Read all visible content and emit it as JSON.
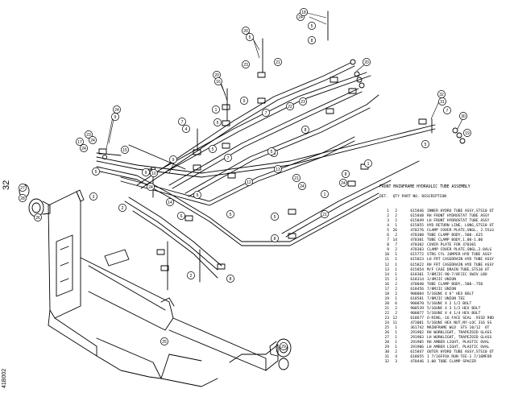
{
  "page_number": "32",
  "figure_code": "41B002",
  "legend": {
    "title": "FRONT MAINFRAME HYDRAULIC TUBE ASSEMBLY",
    "header": "DET.  QTY PART NO. DESCRIPTION",
    "rows": [
      {
        "det": "1",
        "qty": "2",
        "part": "615846",
        "desc": "INNER HYDRO TUBE ASSY,STS10 OT"
      },
      {
        "det": "2",
        "qty": "2",
        "part": "615848",
        "desc": "RH FRONT HYDROSTAT TUBE ASSY"
      },
      {
        "det": "3",
        "qty": "2",
        "part": "615849",
        "desc": "LH FRONT HYDROSTAT TUBE ASSY"
      },
      {
        "det": "4",
        "qty": "1",
        "part": "615855",
        "desc": "HYD RETURN LINE, LONG,STS10 OT"
      },
      {
        "det": "5",
        "qty": "26",
        "part": "470276",
        "desc": "CLAMP COVER PLATE,SNGL, 2.55LG"
      },
      {
        "det": "6",
        "qty": "2",
        "part": "470300",
        "desc": "TUBE CLAMP BODY,.500-.625"
      },
      {
        "det": "7",
        "qty": "14",
        "part": "470301",
        "desc": "TUBE CLAMP BODY,1.00-1.00"
      },
      {
        "det": "8",
        "qty": "7",
        "part": "470302",
        "desc": "COVER PLATE FOR 470301"
      },
      {
        "det": "9",
        "qty": "2",
        "part": "470303",
        "desc": "CLAMP COVER PLATE,SNGL,2.04LG"
      },
      {
        "det": "10",
        "qty": "1",
        "part": "615772",
        "desc": "STRG CYL JUMPER HYD TUBE ASSY"
      },
      {
        "det": "11",
        "qty": "1",
        "part": "615823",
        "desc": "LH FRT CASEDRAIN HYD TUBE ASSY"
      },
      {
        "det": "12",
        "qty": "1",
        "part": "615822",
        "desc": "RH FRT CASEDRAIN HYD TUBE ASSY"
      },
      {
        "det": "13",
        "qty": "1",
        "part": "615854",
        "desc": "M/F CASE DRAIN TUBE,STS10 OT"
      },
      {
        "det": "14",
        "qty": "1",
        "part": "618301",
        "desc": "7/8MJIC-90-7/8FJIC SWIV LBO"
      },
      {
        "det": "15",
        "qty": "2",
        "part": "618314",
        "desc": "3/4MJIC UNION"
      },
      {
        "det": "16",
        "qty": "2",
        "part": "470040",
        "desc": "TUBE CLAMP BODY,.500-.750"
      },
      {
        "det": "17",
        "qty": "2",
        "part": "618456",
        "desc": "7/8MJIC UNION"
      },
      {
        "det": "18",
        "qty": "2",
        "part": "900084",
        "desc": "5/16UNC X 6\" HEX BOLT"
      },
      {
        "det": "19",
        "qty": "1",
        "part": "618581",
        "desc": "7/8MJIC UNION TEE"
      },
      {
        "det": "20",
        "qty": "6",
        "part": "900070",
        "desc": "5/16UNC X 2 1/2 BOLT"
      },
      {
        "det": "21",
        "qty": "2",
        "part": "900539",
        "desc": "5/16UNC X 3 1/2 HEX BOLT"
      },
      {
        "det": "22",
        "qty": "2",
        "part": "900077",
        "desc": "5/16UNC X 4 1/4 HEX BOLT"
      },
      {
        "det": "23",
        "qty": "12",
        "part": "618677",
        "desc": "O-RING,-16 FACE SEAL .931D 90D"
      },
      {
        "det": "24",
        "qty": "11",
        "part": "473001",
        "desc": "5/16UNC HEX NUT,NY-LOC 316 SS"
      },
      {
        "det": "25",
        "qty": "1",
        "part": "361742",
        "desc": "MAINFRAME WLD  STS 10/12  OT"
      },
      {
        "det": "26",
        "qty": "1",
        "part": "291902",
        "desc": "RH WORKLIGHT, TRAPEZOID GLASS"
      },
      {
        "det": "27",
        "qty": "1",
        "part": "291903",
        "desc": "LH WORKLIGHT, TRAPEZOID GLASS"
      },
      {
        "det": "28",
        "qty": "1",
        "part": "291905",
        "desc": "RH AMBER LIGHT, PLASTIC OVAL"
      },
      {
        "det": "29",
        "qty": "1",
        "part": "291906",
        "desc": "LH AMBER LIGHT, PLASTIC OVAL"
      },
      {
        "det": "30",
        "qty": "2",
        "part": "615847",
        "desc": "OUTER HYDRO TUBE ASSY,STS10 OT"
      },
      {
        "det": "31",
        "qty": "4",
        "part": "618655",
        "desc": "1 7/16FFOX RUN TEE-1 7/16MFOR"
      },
      {
        "det": "32",
        "qty": "3",
        "part": "470446",
        "desc": "1.00 TUBE CLAMP SPACER"
      }
    ]
  },
  "callouts": [
    "24",
    "18",
    "5",
    "20",
    "5",
    "23",
    "21",
    "20",
    "20",
    "16",
    "8",
    "1",
    "5",
    "9",
    "22",
    "23",
    "8",
    "7",
    "7",
    "4",
    "24",
    "9",
    "23",
    "24",
    "15",
    "17",
    "24",
    "5",
    "9",
    "10",
    "9",
    "2",
    "24",
    "5",
    "5",
    "12",
    "11",
    "13",
    "14",
    "6",
    "5",
    "21",
    "24",
    "1",
    "5",
    "21",
    "8",
    "2",
    "8",
    "32",
    "31",
    "7",
    "30",
    "5",
    "1",
    "24",
    "19",
    "3",
    "25",
    "27",
    "28",
    "26",
    "29",
    "8",
    "5",
    "7"
  ]
}
